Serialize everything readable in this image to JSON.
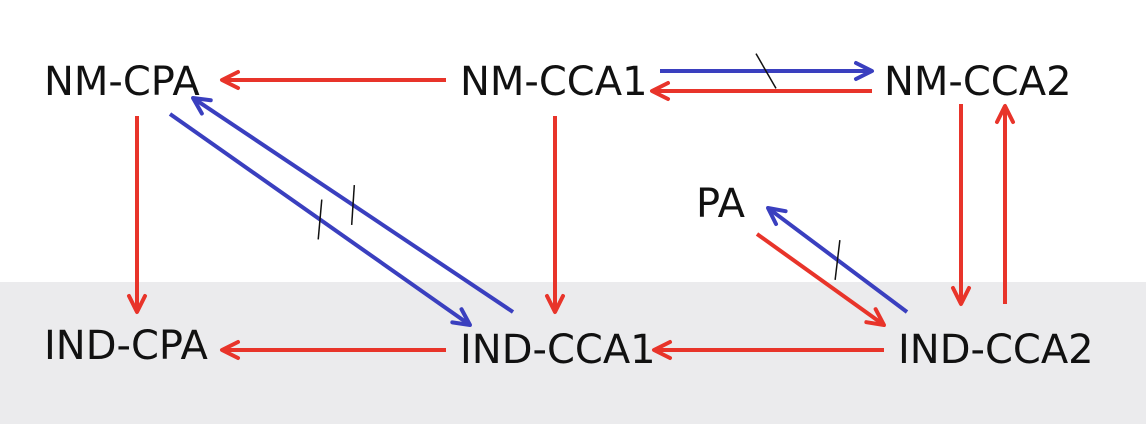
{
  "colors": {
    "implication": "#e8342a",
    "separation": "#3a3fbf",
    "node_text": "#111111",
    "band": "#ebebed"
  },
  "nodes": [
    {
      "id": "nm_cpa",
      "label": "NM-CPA"
    },
    {
      "id": "nm_cca1",
      "label": "NM-CCA1"
    },
    {
      "id": "nm_cca2",
      "label": "NM-CCA2"
    },
    {
      "id": "pa",
      "label": "PA"
    },
    {
      "id": "ind_cpa",
      "label": "IND-CPA"
    },
    {
      "id": "ind_cca1",
      "label": "IND-CCA1"
    },
    {
      "id": "ind_cca2",
      "label": "IND-CCA2"
    }
  ],
  "edges": [
    {
      "id": "nm_cca1-nm_cpa",
      "from": "nm_cca1",
      "to": "nm_cpa",
      "kind": "implication"
    },
    {
      "id": "nm_cca1-nm_cca2",
      "from": "nm_cca1",
      "to": "nm_cca2",
      "kind": "separation"
    },
    {
      "id": "nm_cca2-nm_cca1",
      "from": "nm_cca2",
      "to": "nm_cca1",
      "kind": "implication"
    },
    {
      "id": "nm_cpa-ind_cpa",
      "from": "nm_cpa",
      "to": "ind_cpa",
      "kind": "implication"
    },
    {
      "id": "nm_cpa-ind_cca1",
      "from": "nm_cpa",
      "to": "ind_cca1",
      "kind": "separation"
    },
    {
      "id": "ind_cca1-nm_cpa",
      "from": "ind_cca1",
      "to": "nm_cpa",
      "kind": "separation"
    },
    {
      "id": "nm_cca1-ind_cca1",
      "from": "nm_cca1",
      "to": "ind_cca1",
      "kind": "implication"
    },
    {
      "id": "nm_cca2-ind_cca2",
      "from": "nm_cca2",
      "to": "ind_cca2",
      "kind": "implication"
    },
    {
      "id": "ind_cca2-nm_cca2",
      "from": "ind_cca2",
      "to": "nm_cca2",
      "kind": "implication"
    },
    {
      "id": "pa-ind_cca2",
      "from": "pa",
      "to": "ind_cca2",
      "kind": "implication"
    },
    {
      "id": "ind_cca2-pa",
      "from": "ind_cca2",
      "to": "pa",
      "kind": "separation"
    },
    {
      "id": "ind_cca1-ind_cpa",
      "from": "ind_cca1",
      "to": "ind_cpa",
      "kind": "implication"
    },
    {
      "id": "ind_cca2-ind_cca1",
      "from": "ind_cca2",
      "to": "ind_cca1",
      "kind": "implication"
    }
  ]
}
